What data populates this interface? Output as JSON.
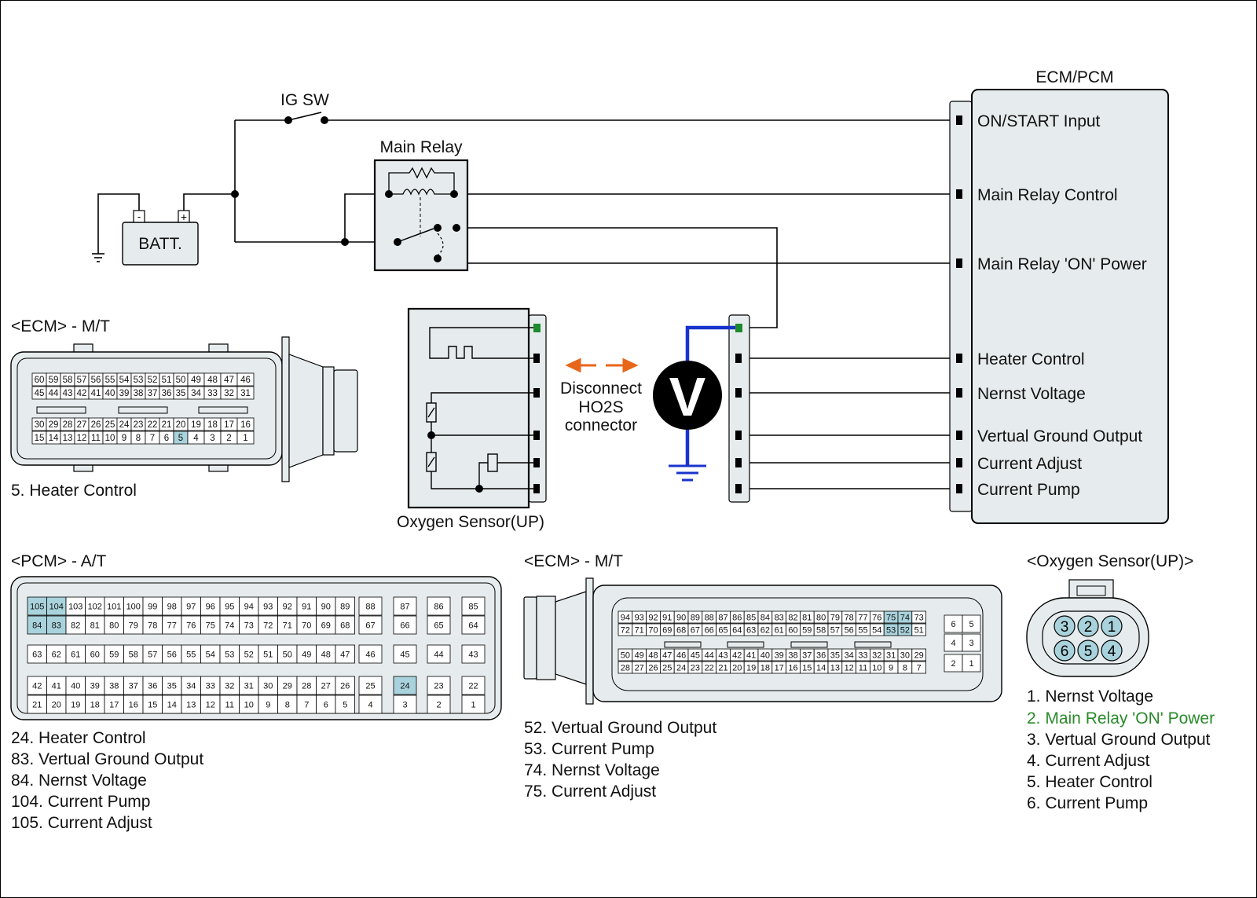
{
  "title": "",
  "circuit": {
    "ig_sw": "IG SW",
    "main_relay": "Main Relay",
    "batt": "BATT.",
    "batt_neg": "-",
    "batt_pos": "+",
    "ecm_pcm": "ECM/PCM",
    "ecm_terminals": [
      "ON/START Input",
      "Main Relay Control",
      "Main Relay 'ON' Power",
      "Heater Control",
      "Nernst Voltage",
      "Vertual Ground Output",
      "Current Adjust",
      "Current Pump"
    ],
    "oxygen_sensor": "Oxygen Sensor(UP)",
    "disconnect": [
      "Disconnect",
      "HO2S",
      "connector"
    ],
    "voltmeter": "V"
  },
  "ecm_mt_top": {
    "title": "<ECM> - M/T",
    "row1": [
      "60",
      "59",
      "58",
      "57",
      "56",
      "55",
      "54",
      "53",
      "52",
      "51",
      "50",
      "49",
      "48",
      "47",
      "46"
    ],
    "row2": [
      "45",
      "44",
      "43",
      "42",
      "41",
      "40",
      "39",
      "38",
      "37",
      "36",
      "35",
      "34",
      "33",
      "32",
      "31"
    ],
    "row3": [
      "30",
      "29",
      "28",
      "27",
      "26",
      "25",
      "24",
      "23",
      "22",
      "21",
      "20",
      "19",
      "18",
      "17",
      "16"
    ],
    "row4": [
      "15",
      "14",
      "13",
      "12",
      "11",
      "10",
      "9",
      "8",
      "7",
      "6",
      "5",
      "4",
      "3",
      "2",
      "1"
    ],
    "highlight": [
      "5"
    ],
    "legend": [
      "5. Heater Control"
    ]
  },
  "pcm_at": {
    "title": "<PCM> - A/T",
    "main_rows": [
      [
        "105",
        "104",
        "103",
        "102",
        "101",
        "100",
        "99",
        "98",
        "97",
        "96",
        "95",
        "94",
        "93",
        "92",
        "91",
        "90",
        "89"
      ],
      [
        "84",
        "83",
        "82",
        "81",
        "80",
        "79",
        "78",
        "77",
        "76",
        "75",
        "74",
        "73",
        "72",
        "71",
        "70",
        "69",
        "68"
      ],
      [
        "63",
        "62",
        "61",
        "60",
        "59",
        "58",
        "57",
        "56",
        "55",
        "54",
        "53",
        "52",
        "51",
        "50",
        "49",
        "48",
        "47"
      ],
      [
        "42",
        "41",
        "40",
        "39",
        "38",
        "37",
        "36",
        "35",
        "34",
        "33",
        "32",
        "31",
        "30",
        "29",
        "28",
        "27",
        "26"
      ],
      [
        "21",
        "20",
        "19",
        "18",
        "17",
        "16",
        "15",
        "14",
        "13",
        "12",
        "11",
        "10",
        "9",
        "8",
        "7",
        "6",
        "5"
      ]
    ],
    "side_rows": [
      [
        "88",
        "87",
        "86",
        "85"
      ],
      [
        "67",
        "66",
        "65",
        "64"
      ],
      [
        "46",
        "45",
        "44",
        "43"
      ],
      [
        "25",
        "24",
        "23",
        "22"
      ],
      [
        "4",
        "3",
        "2",
        "1"
      ]
    ],
    "highlight": [
      "105",
      "104",
      "84",
      "83",
      "24"
    ],
    "legend": [
      "24. Heater Control",
      "83. Vertual Ground Output",
      "84. Nernst Voltage",
      "104. Current Pump",
      "105. Current Adjust"
    ]
  },
  "ecm_mt_bottom": {
    "title": "<ECM> - M/T",
    "rows": [
      [
        "94",
        "93",
        "92",
        "91",
        "90",
        "89",
        "88",
        "87",
        "86",
        "85",
        "84",
        "83",
        "82",
        "81",
        "80",
        "79",
        "78",
        "77",
        "76",
        "75",
        "74",
        "73"
      ],
      [
        "72",
        "71",
        "70",
        "69",
        "68",
        "67",
        "66",
        "65",
        "64",
        "63",
        "62",
        "61",
        "60",
        "59",
        "58",
        "57",
        "56",
        "55",
        "54",
        "53",
        "52",
        "51"
      ],
      [
        "50",
        "49",
        "48",
        "47",
        "46",
        "45",
        "44",
        "43",
        "42",
        "41",
        "40",
        "39",
        "38",
        "37",
        "36",
        "35",
        "34",
        "33",
        "32",
        "31",
        "30",
        "29"
      ],
      [
        "28",
        "27",
        "26",
        "25",
        "24",
        "23",
        "22",
        "21",
        "20",
        "19",
        "18",
        "17",
        "16",
        "15",
        "14",
        "13",
        "12",
        "11",
        "10",
        "9",
        "8",
        "7"
      ]
    ],
    "side": [
      [
        "6",
        "5"
      ],
      [
        "4",
        "3"
      ],
      [
        "2",
        "1"
      ]
    ],
    "highlight": [
      "75",
      "74",
      "53",
      "52"
    ],
    "legend": [
      "52. Vertual Ground Output",
      "53. Current Pump",
      "74. Nernst Voltage",
      "75. Current Adjust"
    ]
  },
  "o2_connector": {
    "title": "<Oxygen Sensor(UP)>",
    "top_pins": [
      "3",
      "2",
      "1"
    ],
    "bottom_pins": [
      "6",
      "5",
      "4"
    ],
    "legend": [
      "1. Nernst Voltage",
      "2. Main Relay 'ON' Power",
      "3. Vertual Ground Output",
      "4. Current Adjust",
      "5. Heater Control",
      "6. Current Pump"
    ],
    "legend_highlight_color": "#2a8a2a"
  },
  "colors": {
    "pin_highlight": "#a9d3dc",
    "connector_fill": "#e6eced",
    "arrow": "#e8661a",
    "ground_wire": "#1a33cc",
    "green_pin": "#1e8a2e"
  }
}
